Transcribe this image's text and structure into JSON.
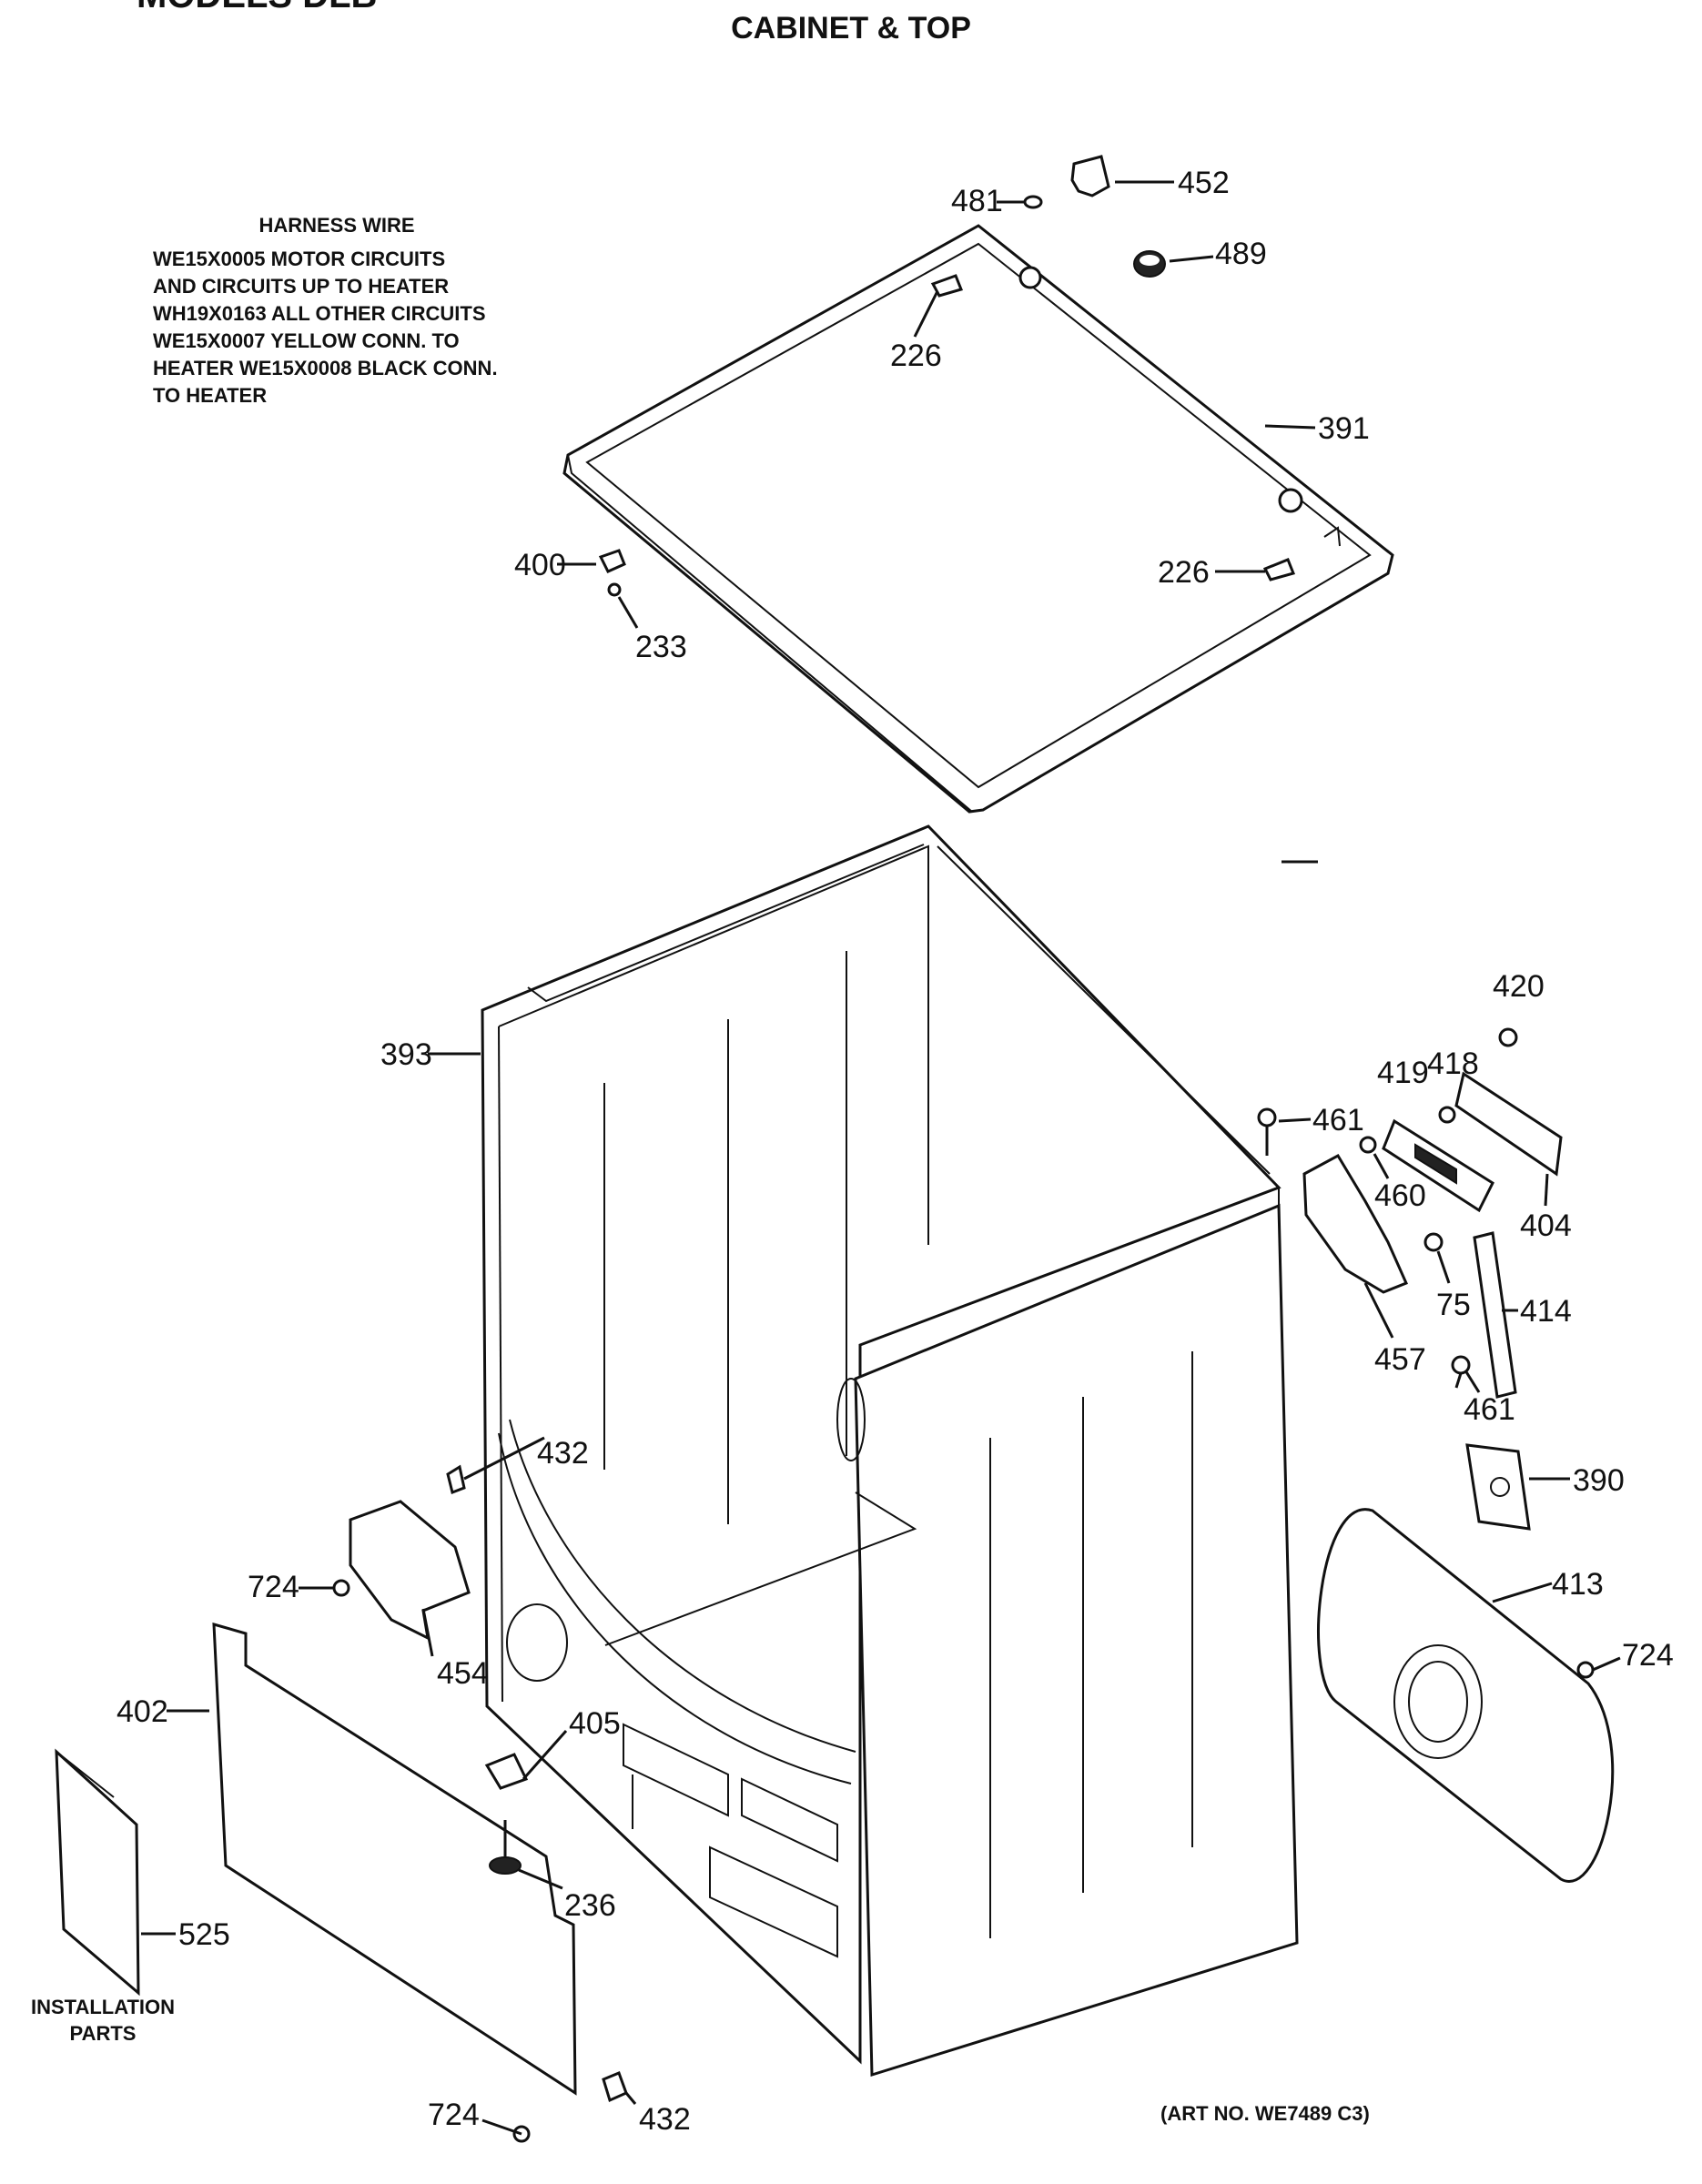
{
  "header": {
    "models_cut": "MODELS DLB",
    "title": "CABINET & TOP"
  },
  "harness_note": {
    "heading": "HARNESS WIRE",
    "lines": [
      "WE15X0005 MOTOR CIRCUITS",
      "AND CIRCUITS UP TO HEATER",
      "WH19X0163 ALL OTHER CIRCUITS",
      "WE15X0007 YELLOW CONN. TO",
      "HEATER WE15X0008 BLACK CONN.",
      "TO HEATER"
    ]
  },
  "callouts": {
    "c481": "481",
    "c452": "452",
    "c489": "489",
    "c226a": "226",
    "c391": "391",
    "c400": "400",
    "c233": "233",
    "c226b": "226",
    "c393": "393",
    "c420": "420",
    "c418": "418",
    "c419": "419",
    "c461a": "461",
    "c460": "460",
    "c404": "404",
    "c75": "75",
    "c414": "414",
    "c457": "457",
    "c461b": "461",
    "c390": "390",
    "c432a": "432",
    "c724a": "724",
    "c454": "454",
    "c413": "413",
    "c724b": "724",
    "c402": "402",
    "c405": "405",
    "c236": "236",
    "c525": "525",
    "c724c": "724",
    "c432b": "432"
  },
  "installation_label": [
    "INSTALLATION",
    "PARTS"
  ],
  "art_number": "(ART NO. WE7489 C3)"
}
